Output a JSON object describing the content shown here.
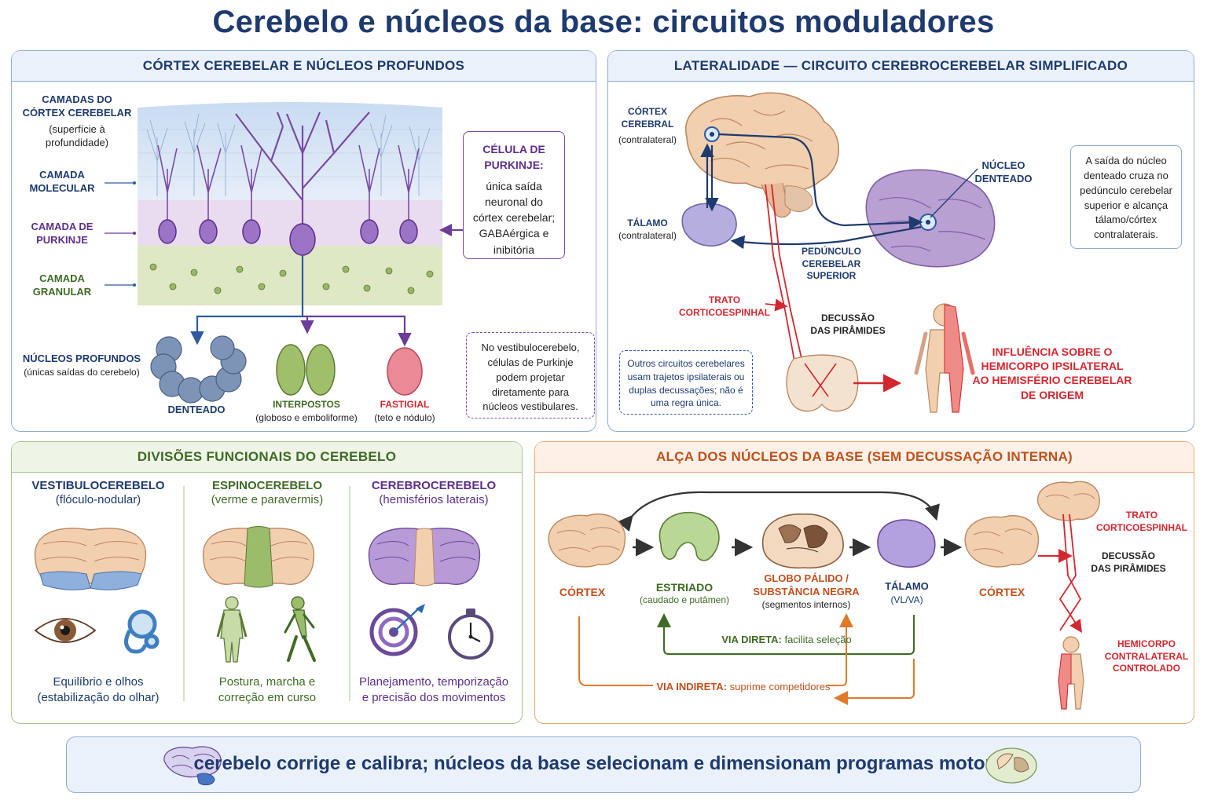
{
  "title": "Cerebelo e núcleos da base: circuitos moduladores",
  "panel1": {
    "heading": "CÓRTEX CEREBELAR E NÚCLEOS PROFUNDOS",
    "layers_title_1": "CAMADAS DO",
    "layers_title_2": "CÓRTEX CEREBELAR",
    "layers_sub_1": "(superfície à",
    "layers_sub_2": "profundidade)",
    "molecular_1": "CAMADA",
    "molecular_2": "MOLECULAR",
    "purkinje_1": "CAMADA DE",
    "purkinje_2": "PURKINJE",
    "granular_1": "CAMADA",
    "granular_2": "GRANULAR",
    "purkinje_box_title_1": "CÉLULA DE",
    "purkinje_box_title_2": "PURKINJE:",
    "purkinje_box_l1": "única saída",
    "purkinje_box_l2": "neuronal do",
    "purkinje_box_l3": "córtex cerebelar;",
    "purkinje_box_l4": "GABAérgica e",
    "purkinje_box_l5": "inibitória",
    "deep_nuclei_title": "NÚCLEOS PROFUNDOS",
    "deep_nuclei_sub": "(únicas saídas do cerebelo)",
    "denteado": "DENTEADO",
    "interpostos": "INTERPOSTOS",
    "interpostos_sub": "(globoso e emboliforme)",
    "fastigial": "FASTIGIAL",
    "fastigial_sub": "(teto e nódulo)",
    "vestibulo_note_l1": "No vestibulocerebelo,",
    "vestibulo_note_l2": "células de Purkinje",
    "vestibulo_note_l3": "podem projetar",
    "vestibulo_note_l4": "diretamente para",
    "vestibulo_note_l5": "núcleos vestibulares."
  },
  "panel2": {
    "heading": "LATERALIDADE — CIRCUITO CEREBROCEREBELAR SIMPLIFICADO",
    "cortex_1": "CÓRTEX",
    "cortex_2": "CEREBRAL",
    "cortex_3": "(contralateral)",
    "thalamus_1": "TÁLAMO",
    "thalamus_2": "(contralateral)",
    "dentate_1": "NÚCLEO",
    "dentate_2": "DENTEADO",
    "peduncle_1": "PEDÚNCULO",
    "peduncle_2": "CEREBELAR",
    "peduncle_3": "SUPERIOR",
    "tract_1": "TRATO",
    "tract_2": "CORTICOESPINHAL",
    "decussation_1": "DECUSSÃO",
    "decussation_2": "DAS PIRÂMIDES",
    "info_l1": "A saída do núcleo",
    "info_l2": "denteado cruza no",
    "info_l3": "pedúnculo cerebelar",
    "info_l4": "superior e alcança",
    "info_l5": "tálamo/córtex",
    "info_l6": "contralaterais.",
    "note_l1": "Outros circuitos cerebelares",
    "note_l2": "usam trajetos ipsilaterais ou",
    "note_l3": "duplas decussações; não é",
    "note_l4": "uma regra única.",
    "influence_1": "INFLUÊNCIA SOBRE O",
    "influence_2": "HEMICORPO IPSILATERAL",
    "influence_3": "AO HEMISFÉRIO CEREBELAR",
    "influence_4": "DE ORIGEM"
  },
  "panel3": {
    "heading": "DIVISÕES FUNCIONAIS DO CEREBELO",
    "vestibulo_title": "VESTIBULOCEREBELO",
    "vestibulo_sub": "(flóculo-nodular)",
    "vestibulo_func_1": "Equilíbrio e olhos",
    "vestibulo_func_2": "(estabilização do olhar)",
    "spino_title": "ESPINOCEREBELO",
    "spino_sub": "(verme e paravermis)",
    "spino_func_1": "Postura, marcha e",
    "spino_func_2": "correção em curso",
    "cerebro_title": "CEREBROCEREBELO",
    "cerebro_sub": "(hemisférios laterais)",
    "cerebro_func_1": "Planejamento, temporização",
    "cerebro_func_2": "e precisão dos movimentos"
  },
  "panel4": {
    "heading": "ALÇA DOS NÚCLEOS DA BASE (SEM DECUSSAÇÃO INTERNA)",
    "cortex_left": "CÓRTEX",
    "striatum": "ESTRIADO",
    "striatum_sub": "(caudado e putâmen)",
    "globus_1": "GLOBO PÁLIDO /",
    "globus_2": "SUBSTÂNCIA NEGRA",
    "globus_sub": "(segmentos internos)",
    "thalamus": "TÁLAMO",
    "thalamus_sub": "(VL/VA)",
    "cortex_right": "CÓRTEX",
    "direct_label": "VIA DIRETA:",
    "direct_text": "facilita seleção",
    "indirect_label": "VIA INDIRETA:",
    "indirect_text": "suprime competidores",
    "tract_1": "TRATO",
    "tract_2": "CORTICOESPINHAL",
    "decussation_1": "DECUSSÃO",
    "decussation_2": "DAS PIRÂMIDES",
    "hemibody_1": "HEMICORPO",
    "hemibody_2": "CONTRALATERAL",
    "hemibody_3": "CONTROLADO"
  },
  "banner": {
    "text": "cerebelo corrige e calibra; núcleos da base selecionam e dimensionam programas motores"
  },
  "colors": {
    "navy": "#1e3a6e",
    "purple": "#5b2f8a",
    "green": "#3f6a25",
    "red": "#d3272f",
    "orange": "#c0501c",
    "brain": "#f2cfae"
  }
}
